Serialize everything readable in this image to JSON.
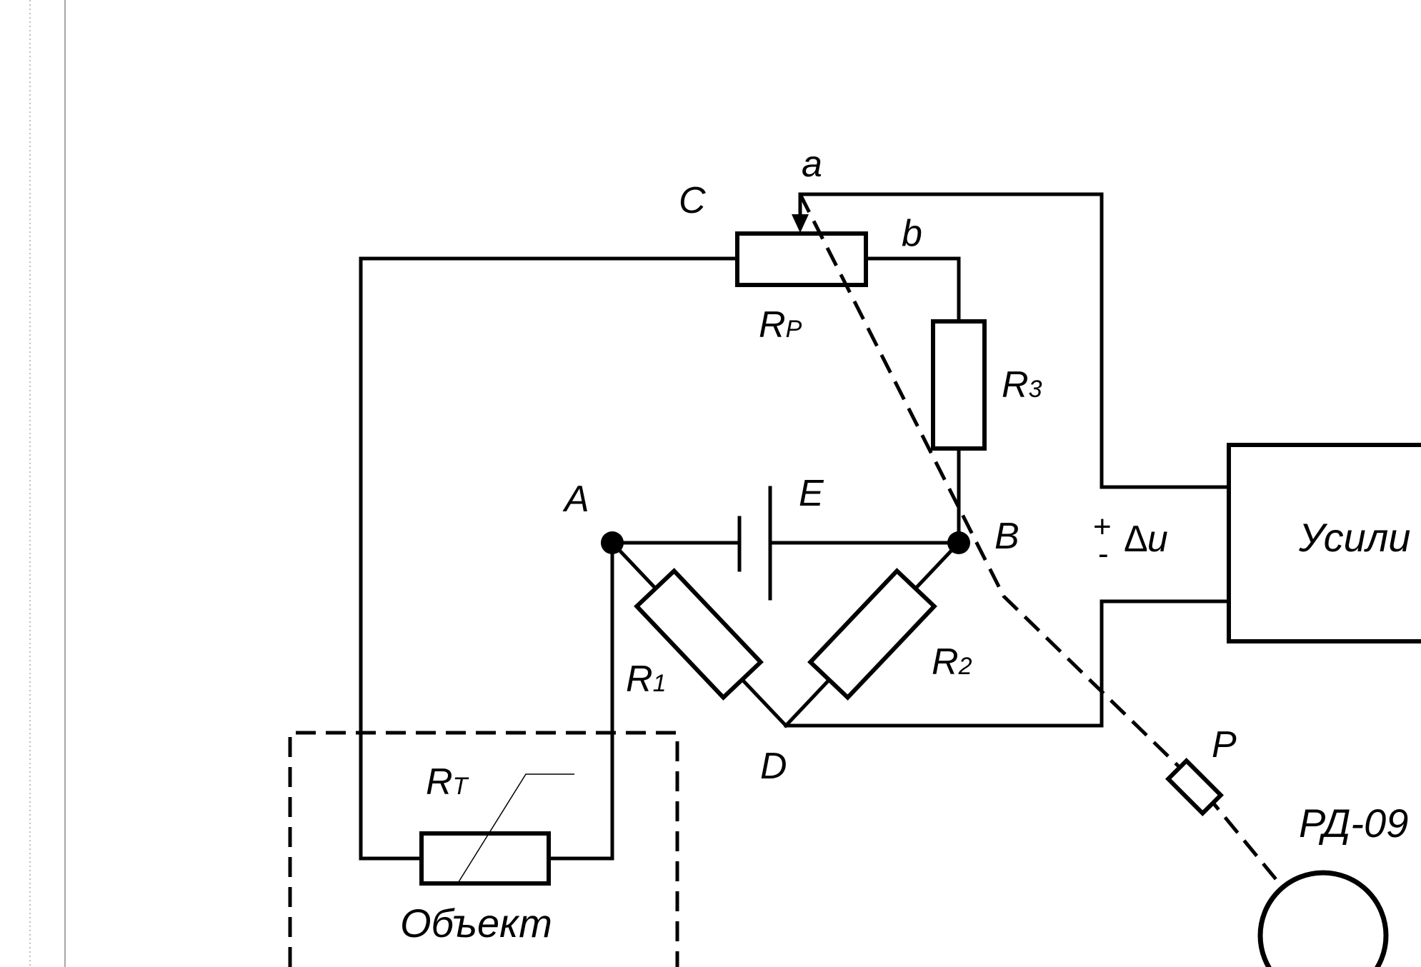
{
  "labels": {
    "a": "a",
    "b": "b",
    "C": "C",
    "A": "A",
    "B": "B",
    "D": "D",
    "E": "E",
    "P": "P",
    "Rp_main": "R",
    "Rp_sub": "P",
    "R3_main": "R",
    "R3_sub": "3",
    "R1_main": "R",
    "R1_sub": "1",
    "R2_main": "R",
    "R2_sub": "2",
    "Rt_main": "R",
    "Rt_sub": "T",
    "plus": "+",
    "minus": "-",
    "delta_u": "∆u",
    "amplifier": "Усили",
    "motor": "РД-09",
    "object": "Объект"
  }
}
